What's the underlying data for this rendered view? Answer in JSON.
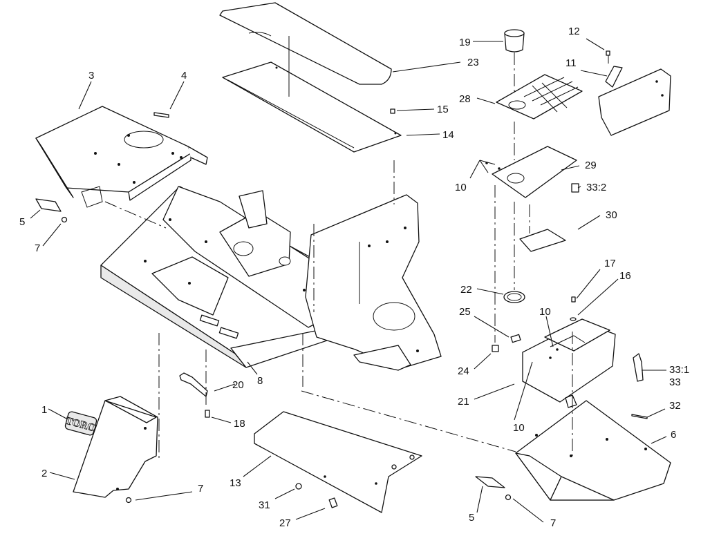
{
  "diagram": {
    "logo_text": "TORO",
    "callouts": {
      "c1": "1",
      "c2": "2",
      "c3": "3",
      "c4": "4",
      "c5a": "5",
      "c5b": "5",
      "c6": "6",
      "c7a": "7",
      "c7b": "7",
      "c7c": "7",
      "c8": "8",
      "c10a": "10",
      "c10b": "10",
      "c10c": "10",
      "c11": "11",
      "c12": "12",
      "c13": "13",
      "c14": "14",
      "c15": "15",
      "c16": "16",
      "c17": "17",
      "c18": "18",
      "c19": "19",
      "c20": "20",
      "c21": "21",
      "c22": "22",
      "c23": "23",
      "c24": "24",
      "c25": "25",
      "c27": "27",
      "c28": "28",
      "c29": "29",
      "c30": "30",
      "c31": "31",
      "c32": "32",
      "c33": "33",
      "c33_1": "33:1",
      "c33_2": "33:2"
    }
  }
}
